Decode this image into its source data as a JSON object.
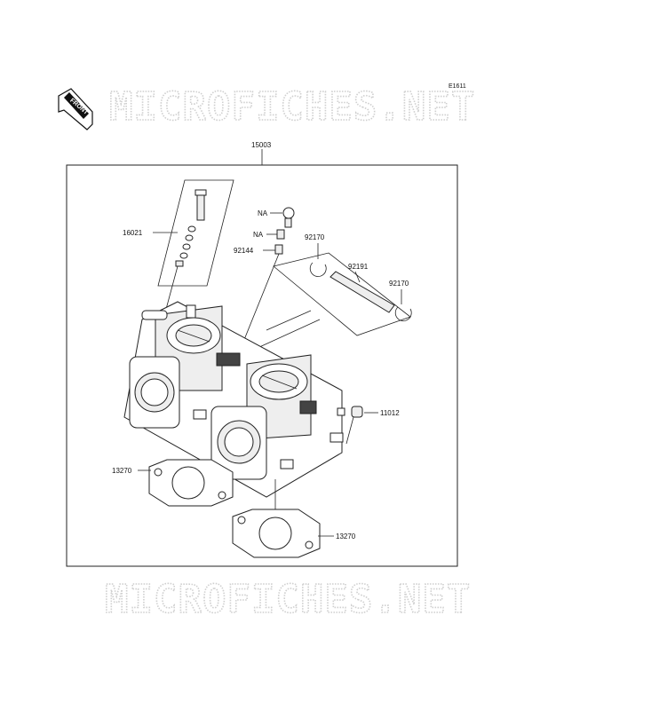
{
  "diagram": {
    "ref_code": "E1611",
    "front_label": "FRONT",
    "watermark_top": "MICROFICHES.NET",
    "watermark_bottom": "MICROFICHES.NET",
    "assembly_label": "15003",
    "parts": {
      "p16021": "16021",
      "na1": "NA",
      "na2": "NA",
      "p92144": "92144",
      "p92170a": "92170",
      "p92191": "92191",
      "p92170b": "92170",
      "p11012": "11012",
      "p13270a": "13270",
      "p13270b": "13270"
    }
  }
}
